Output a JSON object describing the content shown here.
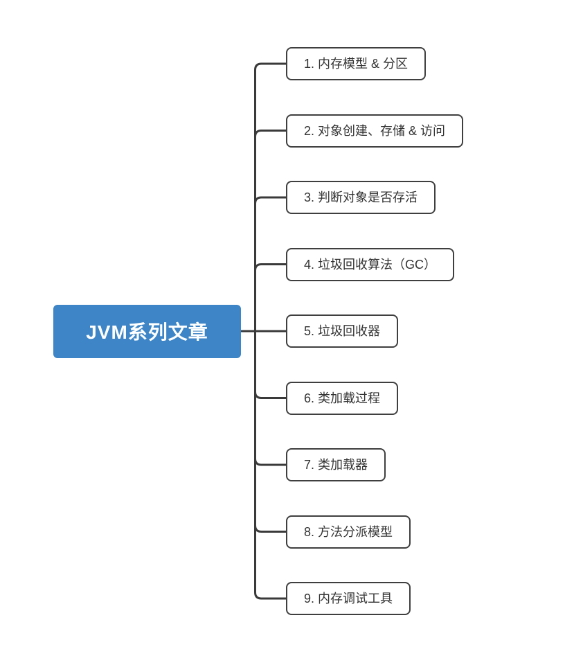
{
  "root": {
    "label": "JVM系列文章"
  },
  "children": [
    "1. 内存模型 & 分区",
    "2. 对象创建、存储 & 访问",
    "3. 判断对象是否存活",
    "4. 垃圾回收算法（GC）",
    "5. 垃圾回收器",
    "6. 类加载过程",
    "7. 类加载器",
    "8. 方法分派模型",
    "9. 内存调试工具"
  ],
  "colors": {
    "root_bg": "#3D85C6",
    "root_text": "#FFFFFF",
    "node_border": "#3F3F3F",
    "node_text": "#333333",
    "line": "#3A3A3A",
    "canvas_bg": "#FFFFFF"
  }
}
